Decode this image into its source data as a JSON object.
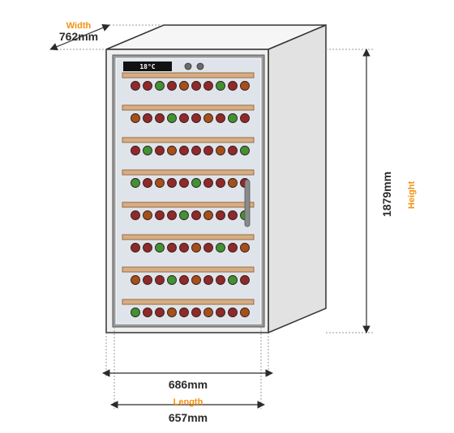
{
  "diagram": {
    "display_text": "18°C",
    "dimensions": {
      "width": {
        "value": "762mm",
        "label": "Width"
      },
      "height": {
        "value": "1879mm",
        "label": "Height"
      },
      "length_outer": {
        "value": "686mm"
      },
      "length_inner": {
        "value": "657mm",
        "label": "Length"
      }
    },
    "shelves": [
      [
        "red",
        "red",
        "green",
        "red",
        "brown",
        "red",
        "red",
        "green",
        "red",
        "brown"
      ],
      [
        "brown",
        "red",
        "red",
        "green",
        "red",
        "red",
        "brown",
        "red",
        "green",
        "red"
      ],
      [
        "red",
        "green",
        "red",
        "brown",
        "red",
        "red",
        "red",
        "brown",
        "red",
        "green"
      ],
      [
        "green",
        "red",
        "brown",
        "red",
        "red",
        "green",
        "red",
        "red",
        "brown",
        "red"
      ],
      [
        "red",
        "brown",
        "red",
        "red",
        "green",
        "red",
        "brown",
        "red",
        "red",
        "green"
      ],
      [
        "red",
        "red",
        "green",
        "red",
        "red",
        "brown",
        "red",
        "green",
        "red",
        "brown"
      ],
      [
        "brown",
        "red",
        "red",
        "green",
        "red",
        "brown",
        "red",
        "red",
        "green",
        "red"
      ],
      [
        "green",
        "red",
        "red",
        "brown",
        "red",
        "red",
        "brown",
        "red",
        "red",
        "brown"
      ]
    ],
    "colors": {
      "accent": "#f29111",
      "cabinet_front": "#f0f0f0",
      "cabinet_side": "#e2e2e2",
      "cabinet_top": "#f6f6f6",
      "outline": "#333333",
      "glass": "#dfe4eb",
      "shelf": "#d6ae86",
      "shelf_edge": "#9a6a3f",
      "bottle_red": "#8e2a2a",
      "bottle_brown": "#a4501b",
      "bottle_green": "#3f9332",
      "display_bg": "#111111",
      "display_text": "#ffffff",
      "handle": "#8a8a8a",
      "dim_line": "#2b2b2b",
      "extension_line": "#9a9a9a"
    }
  }
}
